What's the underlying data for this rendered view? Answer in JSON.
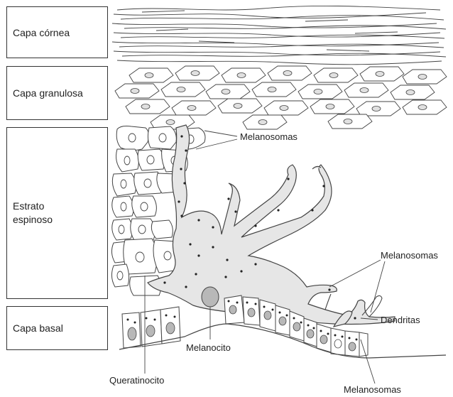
{
  "layers": {
    "cornea": "Capa córnea",
    "granulosa": "Capa granulosa",
    "espinoso_line1": "Estrato",
    "espinoso_line2": "espinoso",
    "basal": "Capa basal"
  },
  "labels": {
    "melanosomas_top": "Melanosomas",
    "melanosomas_right": "Melanosomas",
    "dendritas": "Dendritas",
    "melanocito": "Melanocito",
    "queratinocito": "Queratinocito",
    "melanosomas_bottom": "Melanosomas"
  }
}
